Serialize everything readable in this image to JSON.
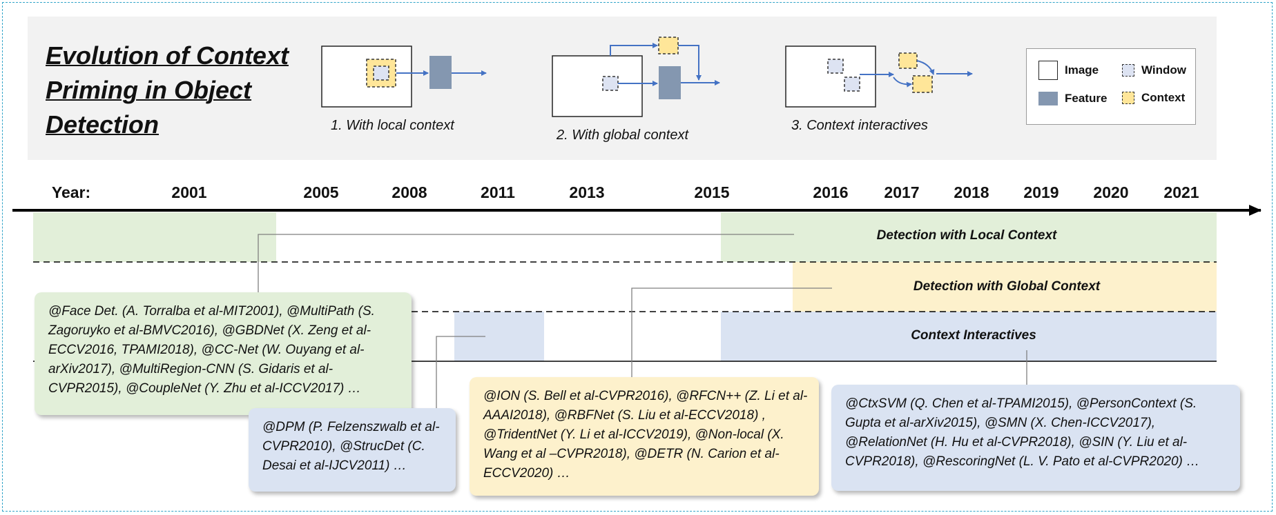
{
  "title": "Evolution of Context Priming in Object Detection",
  "captions": {
    "local": "1. With local context",
    "global": "2. With global context",
    "interactives": "3. Context interactives"
  },
  "legend": {
    "image": "Image",
    "window": "Window",
    "feature": "Feature",
    "context": "Context"
  },
  "timeline": {
    "year_label": "Year:",
    "years": [
      "2001",
      "2005",
      "2008",
      "2011",
      "2013",
      "2015",
      "2016",
      "2017",
      "2018",
      "2019",
      "2020",
      "2021"
    ]
  },
  "bands": {
    "local": "Detection with Local Context",
    "global": "Detection with Global Context",
    "interactives": "Context Interactives"
  },
  "cards": {
    "local_context": "@Face Det. (A. Torralba et al-MIT2001), @MultiPath (S. Zagoruyko et al-BMVC2016), @GBDNet (X. Zeng et al-ECCV2016, TPAMI2018), @CC-Net (W. Ouyang et al-arXiv2017), @MultiRegion-CNN (S. Gidaris et al-CVPR2015), @CoupleNet (Y. Zhu et al-ICCV2017) …",
    "early_interactives": "@DPM (P. Felzenszwalb et al-CVPR2010), @StrucDet (C. Desai et al-IJCV2011) …",
    "global_context": "@ION (S. Bell et al-CVPR2016), @RFCN++ (Z. Li et al-AAAI2018), @RBFNet (S. Liu et al-ECCV2018) , @TridentNet (Y. Li et al-ICCV2019), @Non-local (X. Wang et al –CVPR2018), @DETR (N. Carion et al-ECCV2020) …",
    "interactives": "@CtxSVM (Q. Chen et al-TPAMI2015), @PersonContext (S. Gupta et al-arXiv2015), @SMN (X. Chen-ICCV2017), @RelationNet (H. Hu et al-CVPR2018), @SIN (Y. Liu et al-CVPR2018), @RescoringNet (L. V. Pato et al-CVPR2020) …"
  },
  "colors": {
    "frame": "#2ea3c8",
    "header_bg": "#f2f2f2",
    "local_green": "#e2efd9",
    "global_yellow": "#fdf1cc",
    "interactive_blue": "#dae3f3",
    "window_fill": "#dde3f2",
    "context_fill": "#ffe699",
    "feature_fill": "#8497b0",
    "arrow_blue": "#4472c4",
    "connector_gray": "#7f7f7f"
  }
}
